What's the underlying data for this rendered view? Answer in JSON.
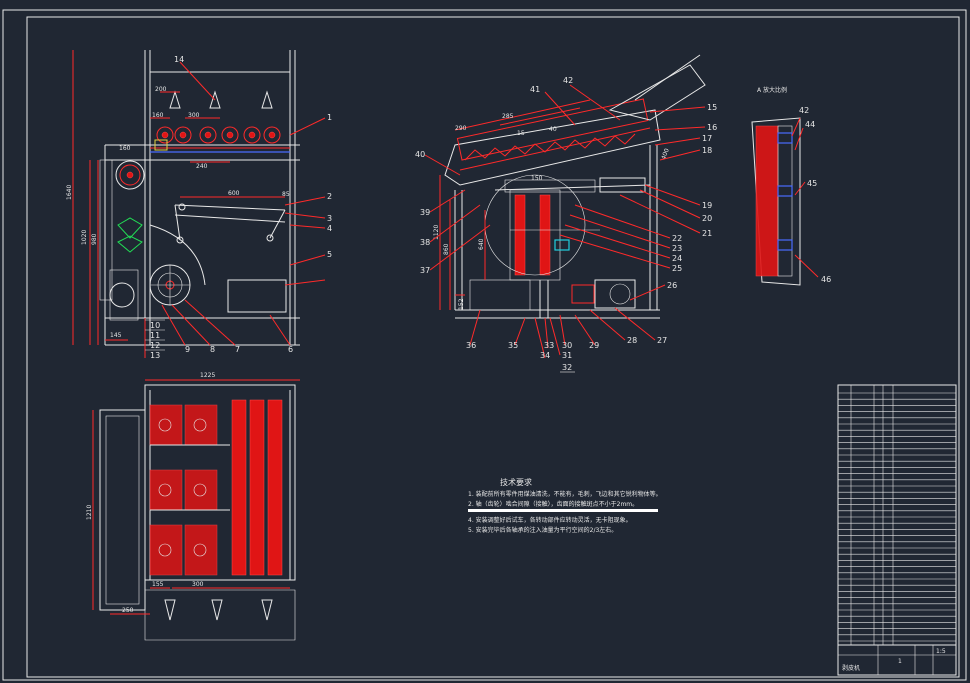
{
  "colors": {
    "background": "#202733",
    "line": "#e8e8e8",
    "part": "#e01515",
    "dimension": "#ff2a2a"
  },
  "front_view": {
    "dims": {
      "d200": "200",
      "d160": "160",
      "d300": "300",
      "d160b": "160",
      "d240": "240",
      "d600": "600",
      "d85": "85",
      "d145": "145",
      "d1640": "1640",
      "d1020": "1020",
      "d980": "980"
    },
    "part_labels": [
      "14",
      "1",
      "2",
      "3",
      "4",
      "5",
      "6",
      "7",
      "8",
      "9",
      "10",
      "11",
      "12",
      "13"
    ]
  },
  "side_view": {
    "dims": {
      "d290": "290",
      "d285": "285",
      "d15": "15",
      "d40": "40",
      "d150": "150",
      "d1120": "1120",
      "d860": "860",
      "d640": "640",
      "d400": "400",
      "d152": "152"
    },
    "part_labels": [
      "41",
      "42",
      "15",
      "16",
      "17",
      "18",
      "19",
      "20",
      "21",
      "22",
      "23",
      "24",
      "25",
      "26",
      "27",
      "28",
      "29",
      "30",
      "31",
      "32",
      "33",
      "34",
      "35",
      "36",
      "37",
      "38",
      "39",
      "40"
    ]
  },
  "top_view": {
    "dims": {
      "d1225": "1225",
      "d1210": "1210",
      "d155": "155",
      "d300": "300",
      "d250": "250"
    }
  },
  "detail": {
    "title": "A 放大比例",
    "part_labels": [
      "42",
      "44",
      "45",
      "46"
    ]
  },
  "notes": {
    "title": "技术要求",
    "lines": [
      "1. 装配前所有零件用煤油清洗，不能有，毛刺，飞边和其它锐利物体等。",
      "2. 轴（齿轮）啮合间隙（接触），齿面的接触斑点不小于2mm。",
      "4. 安装调整好后试车，各转动部件应转动灵活，无卡阻现象。",
      "5. 安装完毕后各轴承的注入油量为平行空间的2/3左右。"
    ]
  },
  "title_block": {
    "scale": "1:5",
    "sheets": "1",
    "drawing_name": "剥皮机"
  }
}
